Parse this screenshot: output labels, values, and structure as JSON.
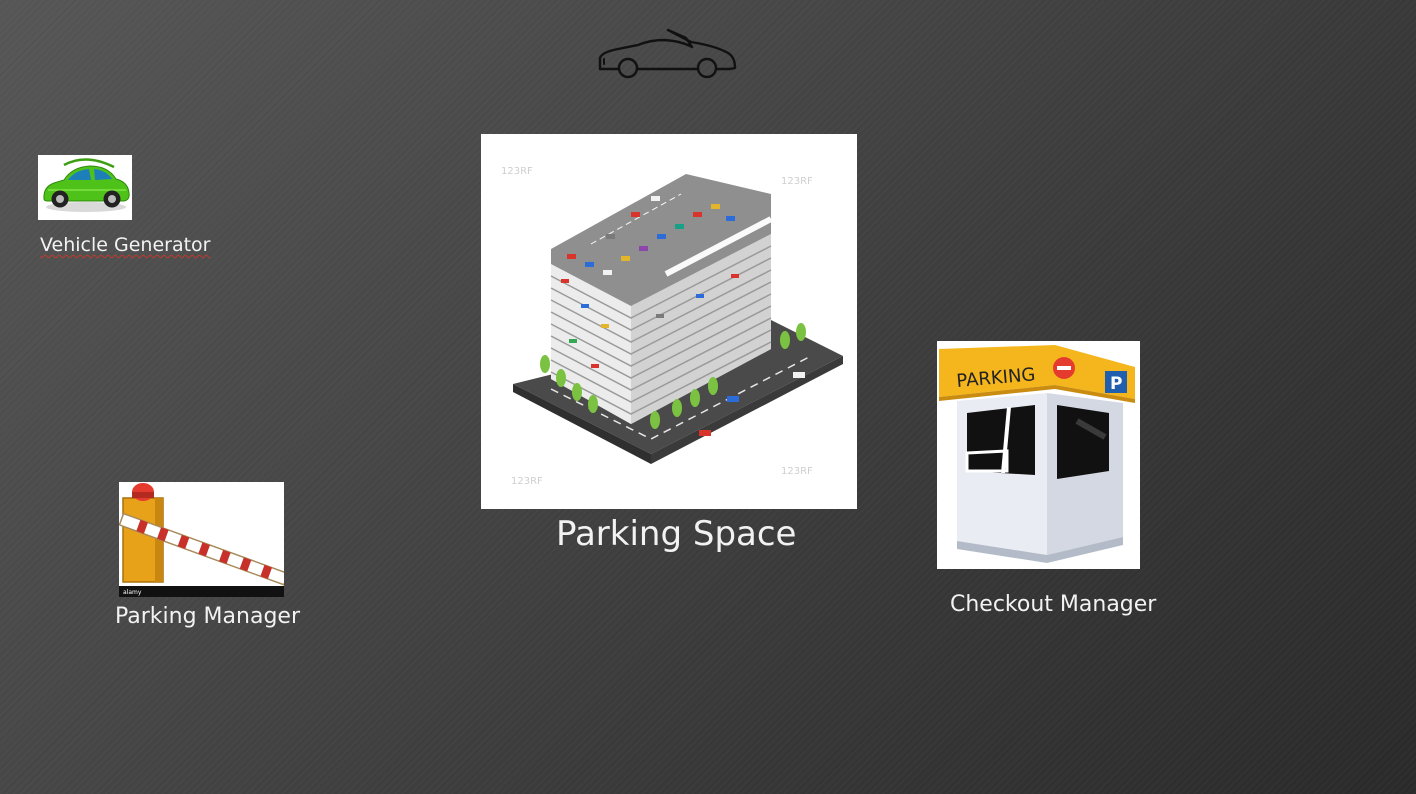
{
  "slide": {
    "vehicle_generator": {
      "label": "Vehicle Generator",
      "icon": "green-car-icon"
    },
    "parking_space": {
      "label": "Parking Space",
      "icon": "parking-garage-building-icon",
      "watermark": "123RF"
    },
    "parking_manager": {
      "label": "Parking Manager",
      "icon": "boom-barrier-icon",
      "stock_mark": "alamy"
    },
    "checkout_manager": {
      "label": "Checkout Manager",
      "icon": "parking-booth-icon",
      "booth_sign": "PARKING",
      "booth_p": "P"
    },
    "top_icon": "car-outline-icon"
  },
  "colors": {
    "text": "#f2f2f2",
    "car_green": "#4fc21a",
    "barrier_orange": "#e8a21a",
    "booth_yellow": "#f5b61d",
    "sign_blue": "#1f5fae",
    "stop_red": "#e53b2f"
  }
}
